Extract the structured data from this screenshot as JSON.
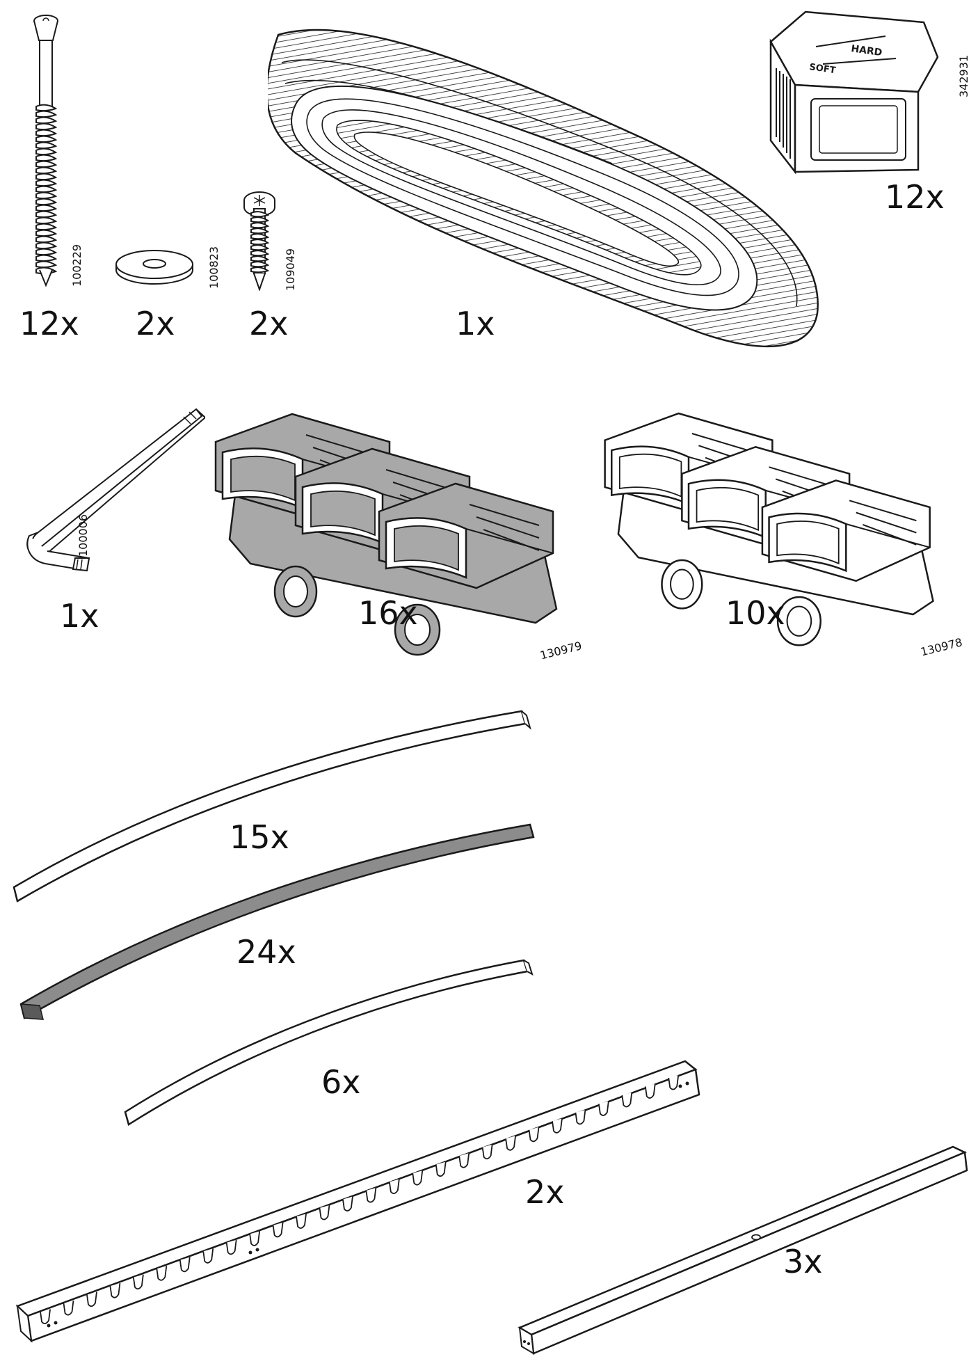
{
  "parts": [
    {
      "id": "screw-long",
      "quantity": "12x",
      "part_number": "100229"
    },
    {
      "id": "washer",
      "quantity": "2x",
      "part_number": "100823"
    },
    {
      "id": "screw-short",
      "quantity": "2x",
      "part_number": "109049"
    },
    {
      "id": "strap",
      "quantity": "1x"
    },
    {
      "id": "end-cap",
      "quantity": "12x",
      "part_number": "342931",
      "cap_labels": [
        "HARD",
        "SOFT"
      ]
    },
    {
      "id": "allen-key",
      "quantity": "1x",
      "part_number": "100006"
    },
    {
      "id": "slat-holder-grey",
      "quantity": "16x",
      "part_number": "130979"
    },
    {
      "id": "slat-holder-white",
      "quantity": "10x",
      "part_number": "130978"
    },
    {
      "id": "slat-long",
      "quantity": "15x"
    },
    {
      "id": "slat-dark",
      "quantity": "24x"
    },
    {
      "id": "slat-short",
      "quantity": "6x"
    },
    {
      "id": "rail",
      "quantity": "2x"
    },
    {
      "id": "bar",
      "quantity": "3x"
    }
  ],
  "colors": {
    "line": "#1a1a1a",
    "grey_fill": "#a8a8a8",
    "dark_fill": "#8c8c8c",
    "paper": "#ffffff"
  }
}
